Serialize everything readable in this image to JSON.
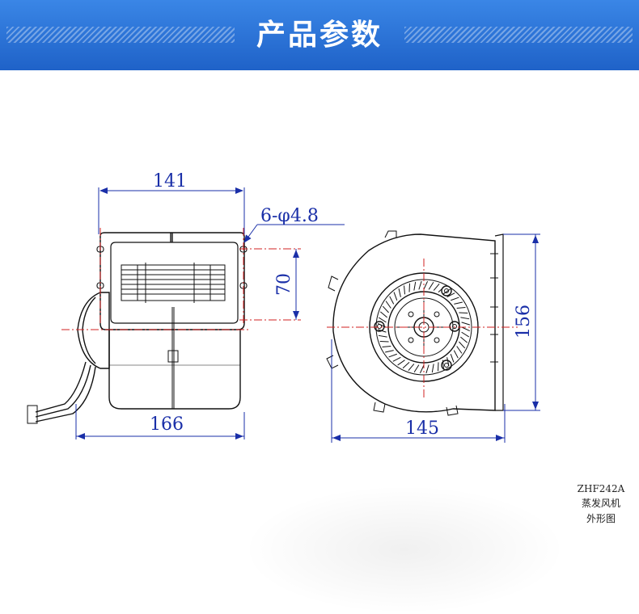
{
  "header": {
    "title": "产品参数"
  },
  "drawing": {
    "side_view": {
      "width_top": "141",
      "width_bottom": "166",
      "hole_spec": "6-φ4.8",
      "outlet_height": "70"
    },
    "front_view": {
      "width": "145",
      "height": "156"
    }
  },
  "caption": {
    "model": "ZHF242A",
    "name": "蒸发风机",
    "type": "外形图"
  },
  "colors": {
    "banner": "#2a70d8",
    "dimension": "#1a2fa8",
    "centerline": "#d22020",
    "outline": "#111111"
  }
}
